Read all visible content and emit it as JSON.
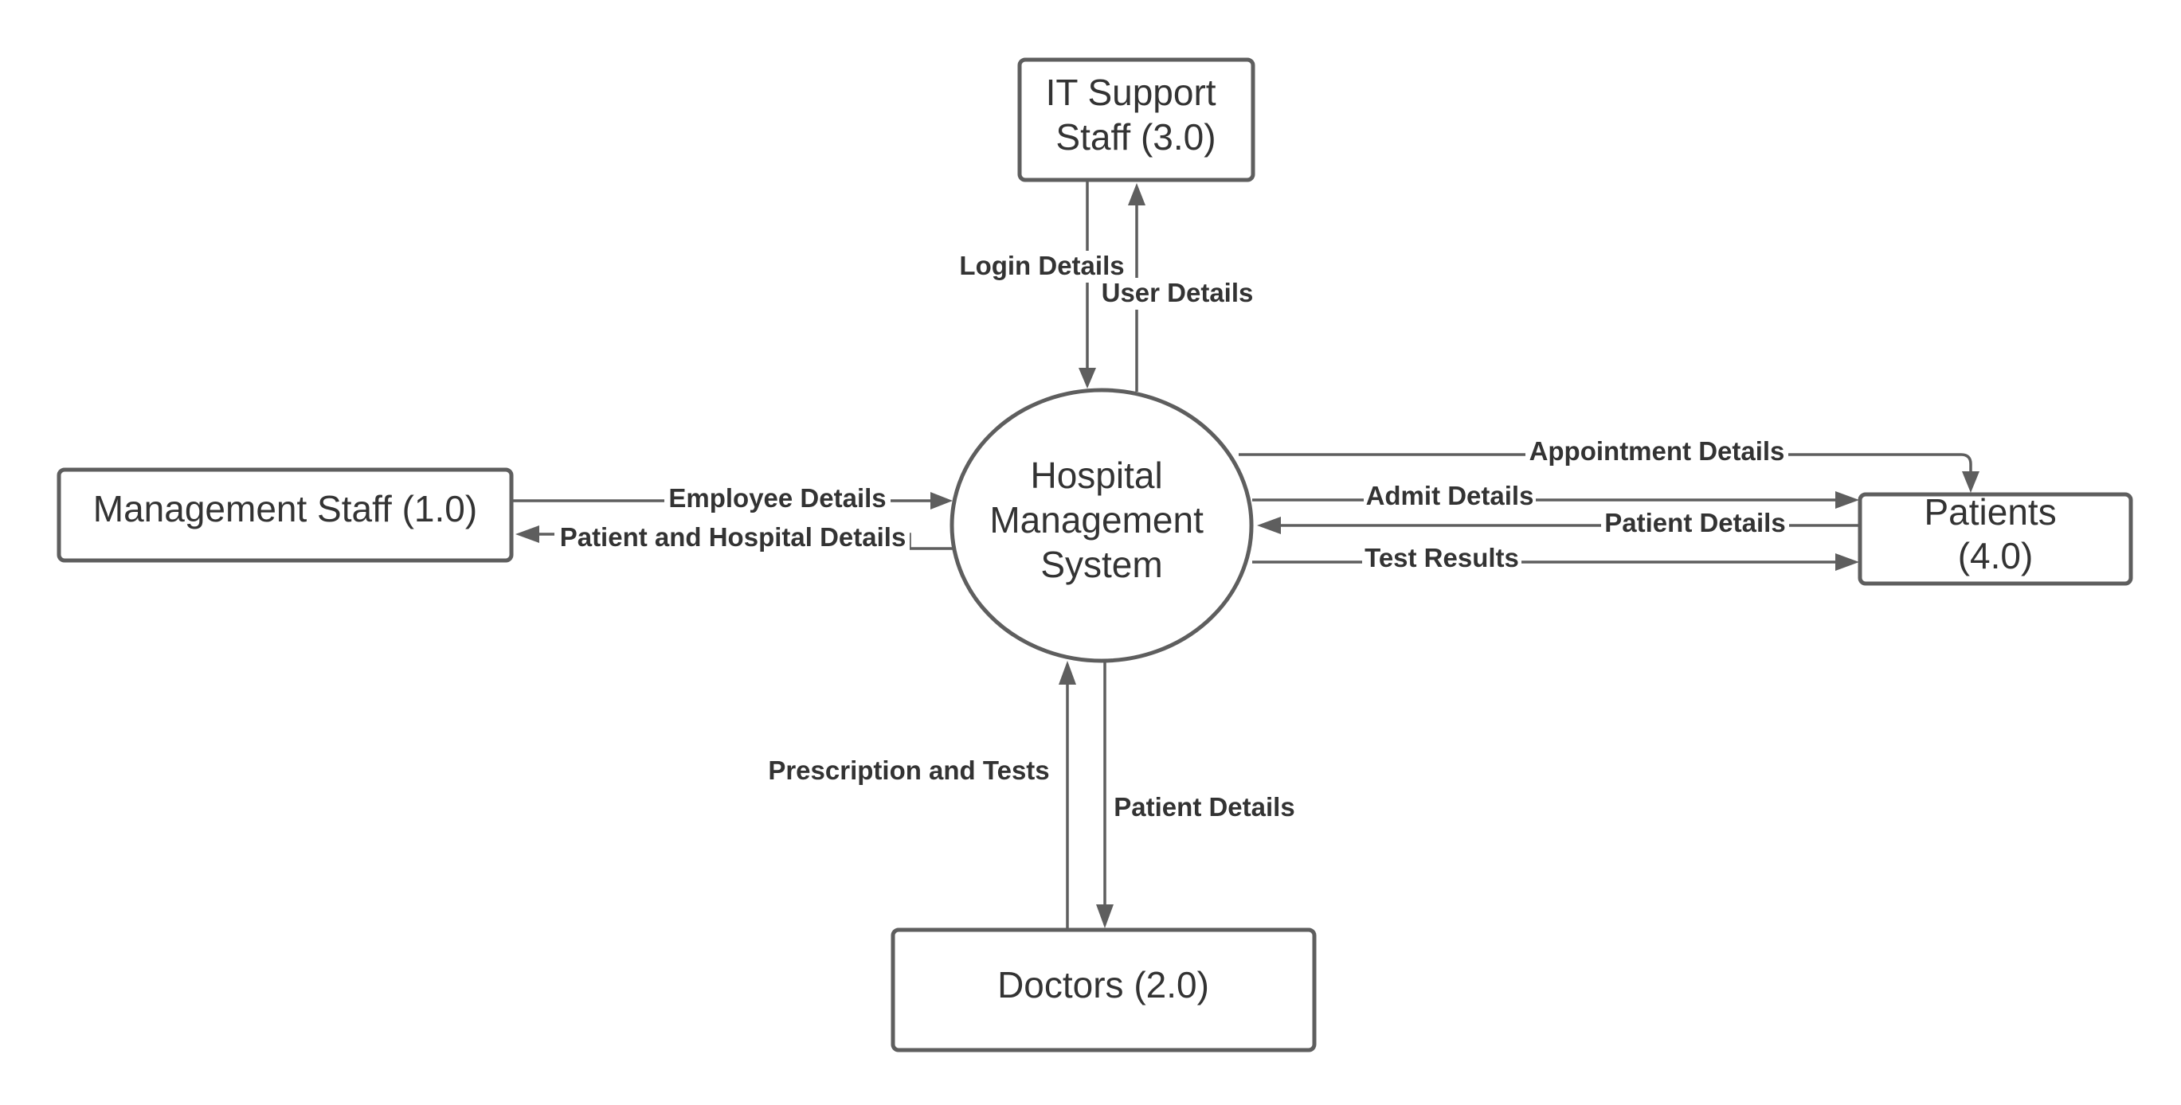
{
  "diagram": {
    "nodes": {
      "process": {
        "line1": "Hospital",
        "line2": "Management",
        "line3": "System"
      },
      "management": {
        "label": "Management Staff (1.0)"
      },
      "doctors": {
        "label": "Doctors (2.0)"
      },
      "it_support": {
        "line1": "IT Support",
        "line2": "Staff (3.0)"
      },
      "patients": {
        "line1": "Patients",
        "line2": "(4.0)"
      }
    },
    "flows": {
      "login_details": "Login Details",
      "user_details": "User Details",
      "employee_details": "Employee Details",
      "patient_hospital_details": "Patient and Hospital Details",
      "appointment_details": "Appointment Details",
      "admit_details": "Admit Details",
      "patient_details_from_patients": "Patient Details",
      "test_results": "Test Results",
      "prescription_tests": "Prescription and Tests",
      "patient_details_to_doctors": "Patient Details"
    }
  }
}
